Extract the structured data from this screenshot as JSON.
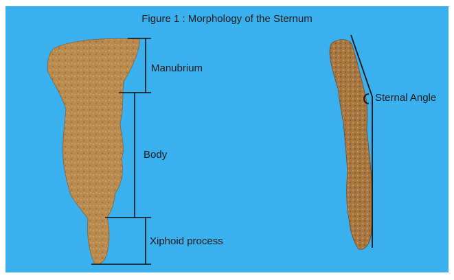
{
  "figure": {
    "title": "Figure 1 : Morphology of the Sternum",
    "background_color": "#3bb0ee",
    "bone_color": "#b98a4e"
  },
  "labels": {
    "manubrium": "Manubrium",
    "body": "Body",
    "xiphoid": "Xiphoid process",
    "sternal_angle": "Sternal Angle"
  },
  "images": [
    {
      "name": "sternum-anterior-view",
      "depicts": "Sternum, front view"
    },
    {
      "name": "sternum-lateral-view",
      "depicts": "Sternum, side view"
    }
  ]
}
